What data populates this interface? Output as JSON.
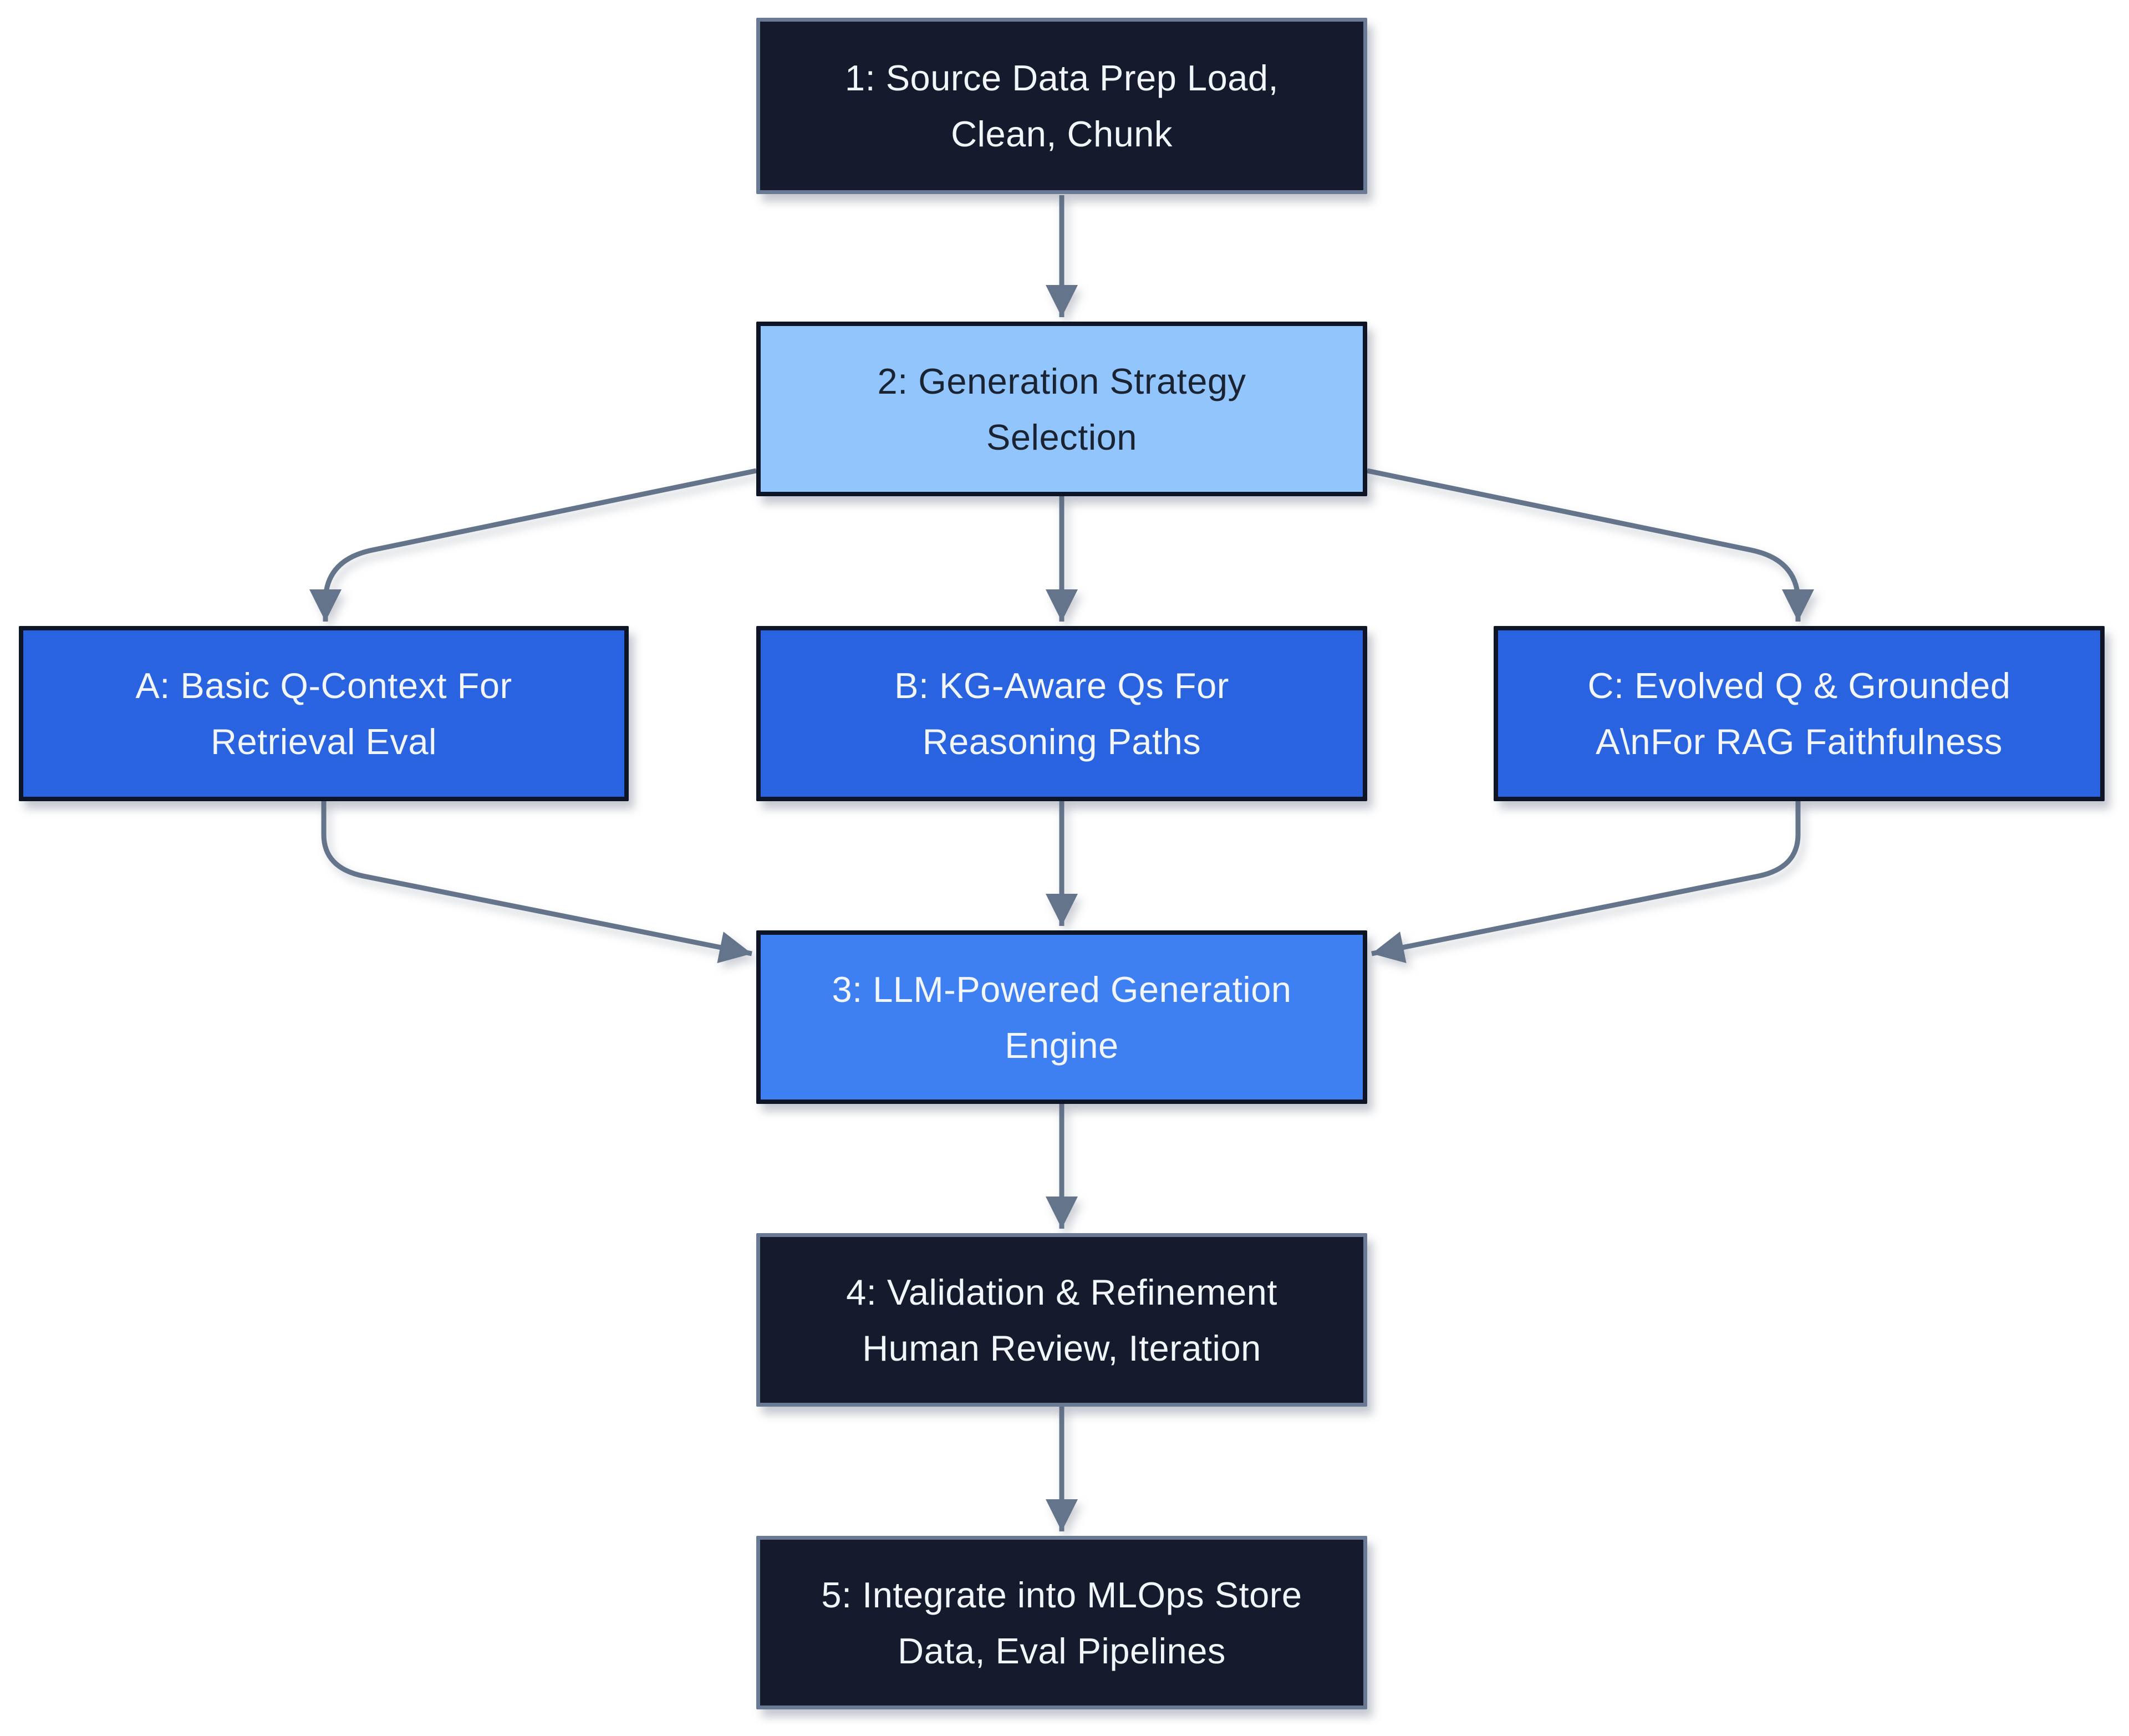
{
  "diagram": {
    "type": "flowchart",
    "direction": "top-down",
    "nodes": [
      {
        "id": "step1",
        "style": "dark",
        "lines": [
          "1: Source Data Prep Load,",
          "Clean, Chunk"
        ]
      },
      {
        "id": "step2",
        "style": "light",
        "lines": [
          "2: Generation Strategy",
          "Selection"
        ]
      },
      {
        "id": "stratA",
        "style": "blue",
        "lines": [
          "A: Basic Q-Context For",
          "Retrieval Eval"
        ]
      },
      {
        "id": "stratB",
        "style": "blue",
        "lines": [
          "B: KG-Aware Qs For",
          "Reasoning Paths"
        ]
      },
      {
        "id": "stratC",
        "style": "blue",
        "lines": [
          "C: Evolved Q & Grounded",
          "A\\nFor RAG Faithfulness"
        ]
      },
      {
        "id": "step3",
        "style": "medium",
        "lines": [
          "3: LLM-Powered Generation",
          "Engine"
        ]
      },
      {
        "id": "step4",
        "style": "dark",
        "lines": [
          "4: Validation & Refinement",
          "Human Review, Iteration"
        ]
      },
      {
        "id": "step5",
        "style": "dark",
        "lines": [
          "5: Integrate into MLOps Store",
          "Data, Eval Pipelines"
        ]
      }
    ],
    "edges": [
      {
        "from": "step1",
        "to": "step2"
      },
      {
        "from": "step2",
        "to": "stratA"
      },
      {
        "from": "step2",
        "to": "stratB"
      },
      {
        "from": "step2",
        "to": "stratC"
      },
      {
        "from": "stratA",
        "to": "step3"
      },
      {
        "from": "stratB",
        "to": "step3"
      },
      {
        "from": "stratC",
        "to": "step3"
      },
      {
        "from": "step3",
        "to": "step4"
      },
      {
        "from": "step4",
        "to": "step5"
      }
    ],
    "colors": {
      "canvas_bg": "#ffffff",
      "dark_fill": "#151b2d",
      "dark_border": "#6b7a94",
      "light_fill": "#92c5fb",
      "blue_fill": "#2963e0",
      "medium_fill": "#3e80f2",
      "blue_border": "#0d1526",
      "edge_color": "#64748b",
      "text_on_dark": "#f2f6fa",
      "text_on_light": "#1a2332"
    }
  }
}
